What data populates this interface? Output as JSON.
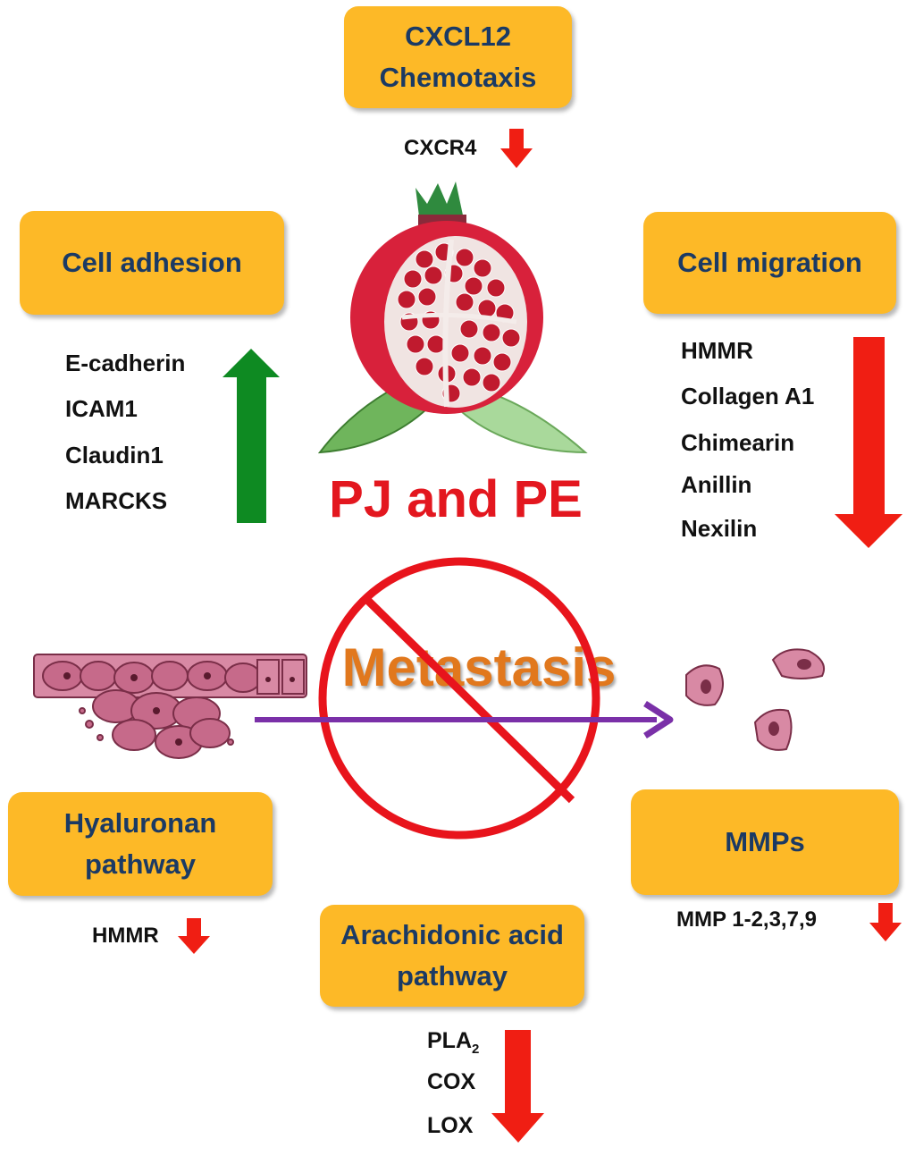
{
  "title": "PJ and PE",
  "center_label": "Metastasis",
  "boxes": {
    "cxcl12": {
      "line1": "CXCL12",
      "line2": "Chemotaxis"
    },
    "adhesion": {
      "line1": "Cell adhesion"
    },
    "migration": {
      "line1": "Cell migration"
    },
    "hyaluronan": {
      "line1": "Hyaluronan",
      "line2": "pathway"
    },
    "arachidonic": {
      "line1": "Arachidonic acid",
      "line2": "pathway"
    },
    "mmps": {
      "line1": "MMPs"
    }
  },
  "cxcl12_gene": "CXCR4",
  "adhesion_genes": [
    "E-cadherin",
    "ICAM1",
    "Claudin1",
    "MARCKS"
  ],
  "migration_genes": [
    "HMMR",
    "Collagen A1",
    "Chimearin",
    "Anillin",
    "Nexilin"
  ],
  "hyaluronan_gene": "HMMR",
  "mmp_gene": "MMP 1-2,3,7,9",
  "arachidonic_genes": {
    "pla_base": "PLA",
    "pla_sub": "2",
    "cox": "COX",
    "lox": "LOX"
  },
  "colors": {
    "box": "#fdb927",
    "box_text": "#1b3a64",
    "up_arrow": "#0e8a22",
    "down_arrow": "#f01e13",
    "title": "#e3171f",
    "metastasis": "#e1781d",
    "forbidden": "#e8141c",
    "migration_arrow": "#7a30a8",
    "cells": "#c66a8a"
  },
  "icons": [
    "pomegranate-icon",
    "forbidden-sign-icon",
    "epithelium-icon",
    "cancer-cell-icon"
  ]
}
